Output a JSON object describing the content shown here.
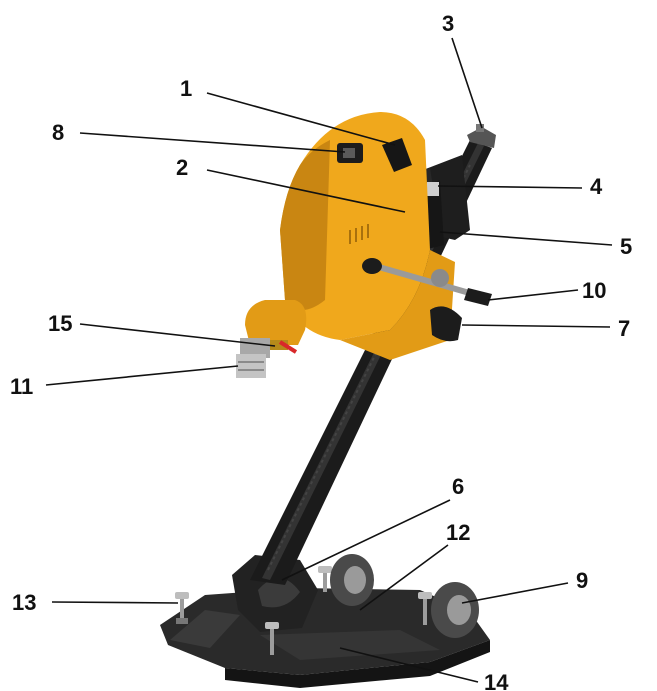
{
  "callouts": {
    "n1": "1",
    "n2": "2",
    "n3": "3",
    "n4": "4",
    "n5": "5",
    "n6": "6",
    "n7": "7",
    "n8": "8",
    "n9": "9",
    "n10": "10",
    "n11": "11",
    "n12": "12",
    "n13": "13",
    "n14": "14",
    "n15": "15"
  },
  "colors": {
    "motor_body": "#f0a81c",
    "motor_shadow": "#c98612",
    "column": "#1b1b1b",
    "base": "#2a2a2a",
    "switch_red": "#d8282a",
    "switch_green": "#27a844",
    "metal": "#b9b9b9",
    "wheel_tire": "#4a4a4a",
    "wheel_hub": "#9a9a9a"
  }
}
